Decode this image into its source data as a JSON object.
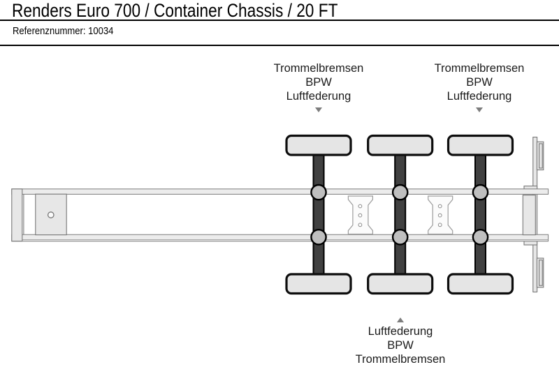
{
  "header": {
    "title": "Renders Euro 700 / Container Chassis / 20 FT",
    "reference": "Referenznummer: 10034"
  },
  "diagram": {
    "top_label_front_axle": {
      "lines": [
        "Trommelbremsen",
        "BPW",
        "Luftfederung"
      ]
    },
    "top_label_rear_axle": {
      "lines": [
        "Trommelbremsen",
        "BPW",
        "Luftfederung"
      ]
    },
    "bottom_label_middle_axle": {
      "lines": [
        "Luftfederung",
        "BPW",
        "Trommelbremsen"
      ]
    },
    "icons": {
      "pointer_down": "triangle-down-icon",
      "pointer_up": "triangle-up-icon"
    },
    "colors": {
      "text": "#1a1a1a",
      "pointer_gray": "#7d7d7d",
      "outline_gray": "#777777",
      "panel_fill": "#e7e7e7",
      "rail_fill": "#ececec",
      "axle_dark": "#414141",
      "tire_fill": "#e5e5e5",
      "airbag_fill": "#bfbfbf"
    }
  }
}
